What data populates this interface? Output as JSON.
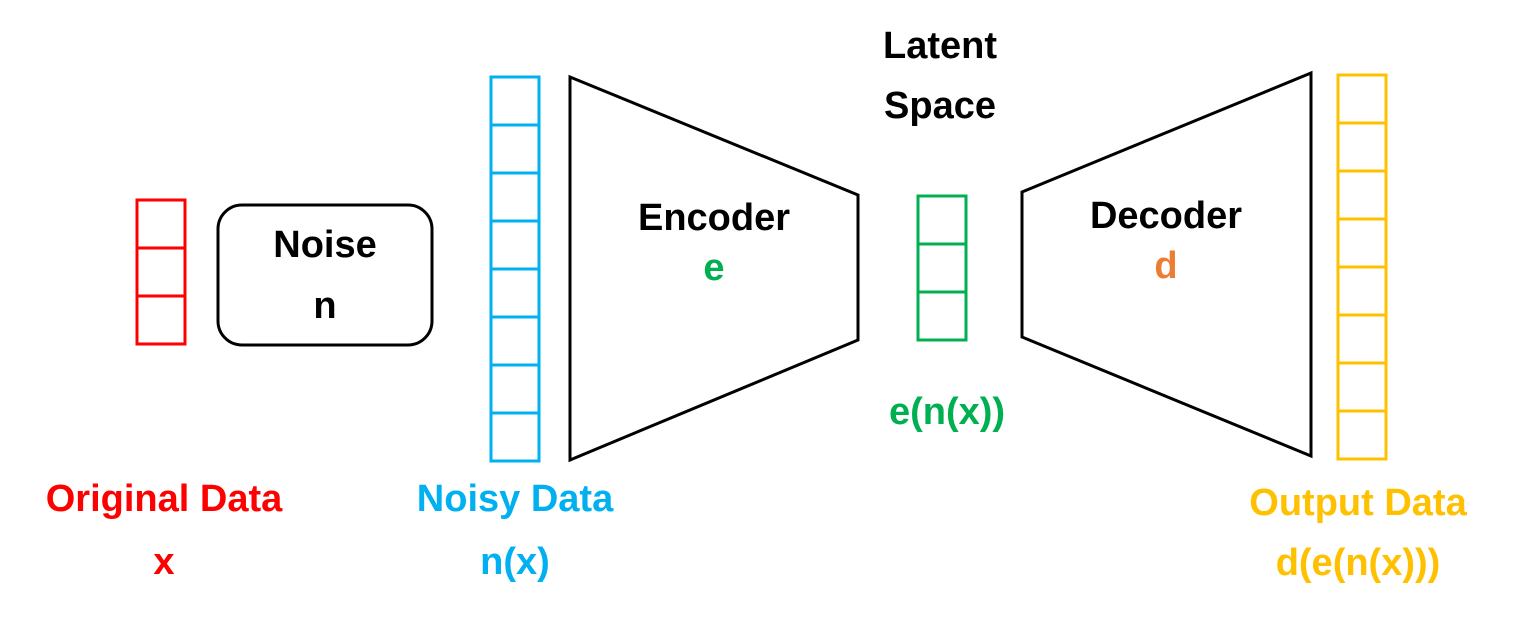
{
  "colors": {
    "original": "#ff0000",
    "noisy": "#00b0f0",
    "latent": "#00b050",
    "decoder_symbol": "#ed7d31",
    "output": "#ffc000",
    "stroke": "#000000"
  },
  "original_data": {
    "label": "Original Data",
    "symbol": "x",
    "cells": 3
  },
  "noise": {
    "label": "Noise",
    "symbol": "n"
  },
  "noisy_data": {
    "label": "Noisy Data",
    "symbol": "n(x)",
    "cells": 8
  },
  "encoder": {
    "label": "Encoder",
    "symbol": "e"
  },
  "latent_space": {
    "title_line1": "Latent",
    "title_line2": "Space",
    "symbol": "e(n(x))",
    "cells": 3
  },
  "decoder": {
    "label": "Decoder",
    "symbol": "d"
  },
  "output_data": {
    "label": "Output Data",
    "symbol": "d(e(n(x)))",
    "cells": 8
  }
}
